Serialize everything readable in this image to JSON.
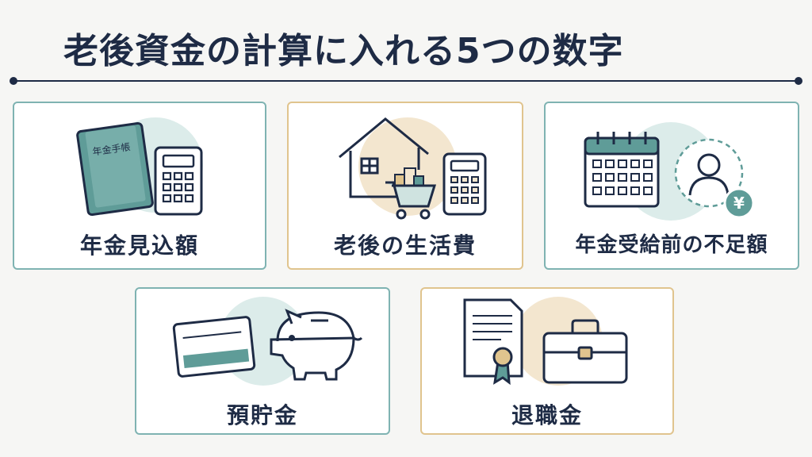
{
  "title": "老後資金の計算に入れる5つの数字",
  "cards": [
    {
      "label": "年金見込額",
      "book_text": "年金手帳"
    },
    {
      "label": "老後の生活費"
    },
    {
      "label": "年金受給前の不足額",
      "yen": "¥"
    },
    {
      "label": "預貯金"
    },
    {
      "label": "退職金"
    }
  ],
  "colors": {
    "navy": "#1e2b45",
    "teal": "#5f9c98",
    "tealBorder": "#7fb3b2",
    "gold": "#e0c48e",
    "goldFill": "#f3e6cf",
    "tealFill": "#dcecea"
  }
}
